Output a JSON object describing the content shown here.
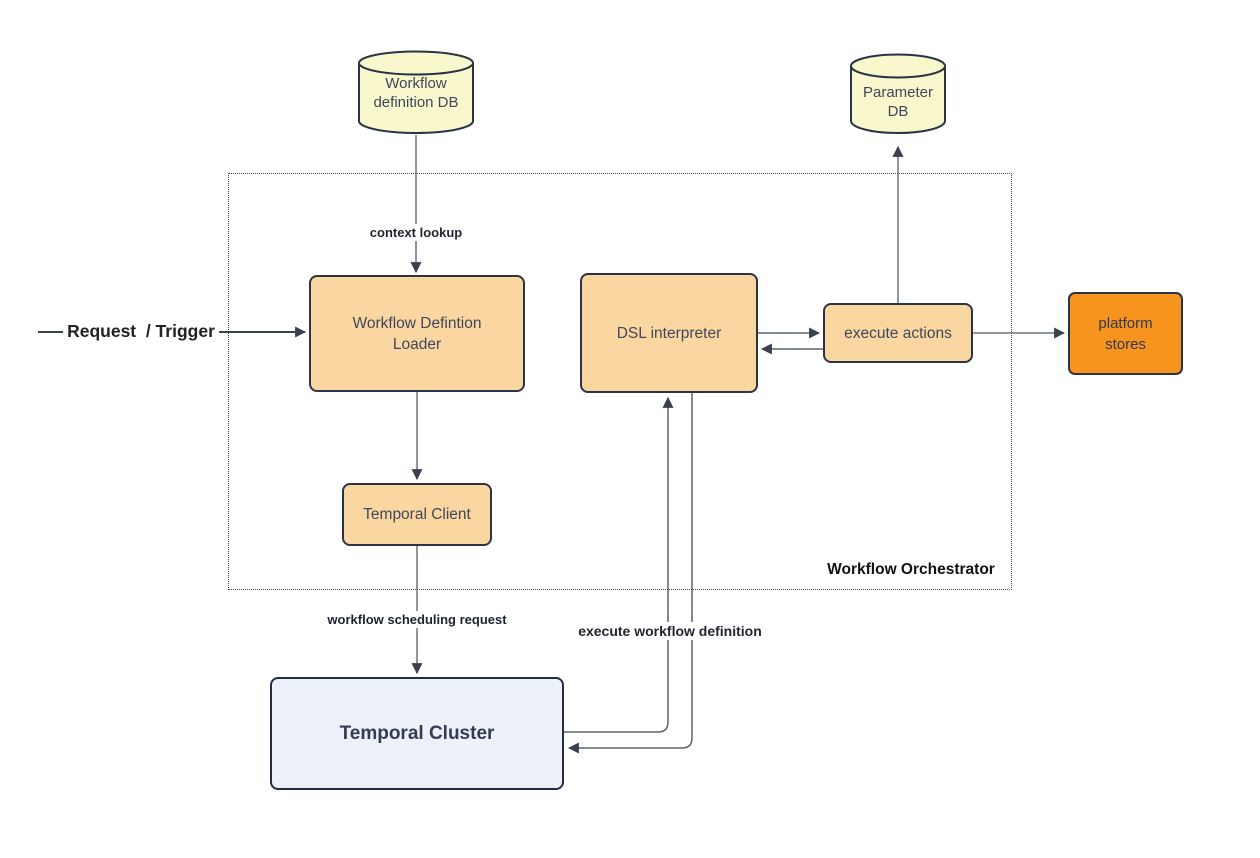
{
  "container_label": "Workflow Orchestrator",
  "nodes": {
    "workflow_definition_db": {
      "label": "Workflow definition DB",
      "type": "database"
    },
    "parameter_db": {
      "label": "Parameter DB",
      "type": "database"
    },
    "workflow_definition_loader": {
      "label": "Workflow Defintion Loader",
      "type": "process"
    },
    "dsl_interpreter": {
      "label": "DSL interpreter",
      "type": "process"
    },
    "execute_actions": {
      "label": "execute actions",
      "type": "process"
    },
    "platform_stores": {
      "label": "platform stores",
      "type": "store"
    },
    "temporal_client": {
      "label": "Temporal Client",
      "type": "process"
    },
    "temporal_cluster": {
      "label": "Temporal Cluster",
      "type": "cluster"
    }
  },
  "edge_labels": {
    "context_lookup": "context lookup",
    "request_trigger": "Request  / Trigger",
    "workflow_scheduling_request": "workflow scheduling request",
    "execute_workflow_definition": "execute workflow definition"
  },
  "edges": [
    {
      "from": "workflow_definition_db",
      "to": "workflow_definition_loader",
      "label": "context lookup"
    },
    {
      "from": "external-request",
      "to": "workflow_definition_loader",
      "label": "Request  / Trigger"
    },
    {
      "from": "workflow_definition_loader",
      "to": "temporal_client",
      "label": ""
    },
    {
      "from": "temporal_client",
      "to": "temporal_cluster",
      "label": "workflow scheduling request"
    },
    {
      "from": "temporal_cluster",
      "to": "dsl_interpreter",
      "label": "execute workflow definition"
    },
    {
      "from": "dsl_interpreter",
      "to": "temporal_cluster",
      "label": ""
    },
    {
      "from": "dsl_interpreter",
      "to": "execute_actions",
      "label": ""
    },
    {
      "from": "execute_actions",
      "to": "dsl_interpreter",
      "label": ""
    },
    {
      "from": "execute_actions",
      "to": "parameter_db",
      "label": ""
    },
    {
      "from": "execute_actions",
      "to": "platform_stores",
      "label": ""
    }
  ],
  "colors": {
    "background": "#FFFFFF",
    "db_fill": "#F8F8CC",
    "process_fill": "#FAD7A1",
    "store_fill": "#F7941E",
    "cluster_fill": "#EDF2FA",
    "border": "#2B3346",
    "line": "#5A6272",
    "arrow": "#39404F"
  }
}
